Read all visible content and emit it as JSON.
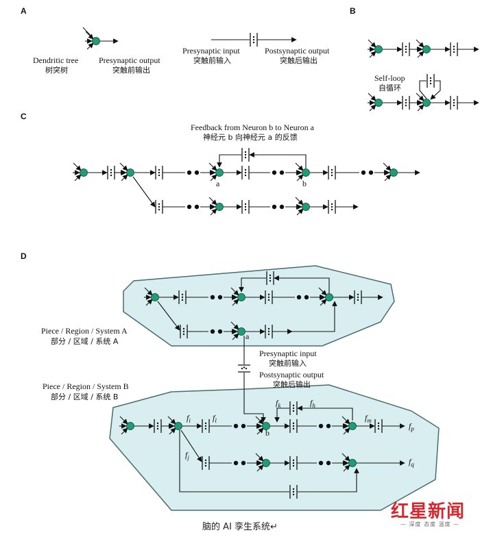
{
  "panels": {
    "a": "A",
    "b": "B",
    "c": "C",
    "d": "D"
  },
  "a": {
    "dendritic_en": "Dendritic tree",
    "dendritic_zh": "树突树",
    "pre_out_en": "Presynaptic output",
    "pre_out_zh": "突触前输出",
    "pre_in_en": "Presynaptic input",
    "pre_in_zh": "突触前输入",
    "post_out_en": "Postsynaptic output",
    "post_out_zh": "突触后输出"
  },
  "b": {
    "self_loop_en": "Self-loop",
    "self_loop_zh": "自循环"
  },
  "c": {
    "feedback_en": "Feedback from Neuron b to Neuron a",
    "feedback_zh": "神经元 b 向神经元 a 的反馈",
    "neuron_a": "a",
    "neuron_b": "b"
  },
  "d": {
    "system_a_en": "Piece / Region / System A",
    "system_a_zh": "部分 / 区域 / 系统 A",
    "system_b_en": "Piece / Region / System B",
    "system_b_zh": "部分 / 区域 / 系统 B",
    "pre_in_en": "Presynaptic input",
    "pre_in_zh": "突触前输入",
    "post_out_en": "Postsynaptic output",
    "post_out_zh": "突触后输出",
    "neuron_a": "a",
    "neuron_b": "b",
    "signals": {
      "fi": "f",
      "fi_sub": "i",
      "fl": "f",
      "fl_sub": "l",
      "fj": "f",
      "fj_sub": "j",
      "fk": "f",
      "fk_sub": "k",
      "fh": "f",
      "fh_sub": "h",
      "fm": "f",
      "fm_sub": "m",
      "fp": "f",
      "fp_sub": "p",
      "fq": "f",
      "fq_sub": "q"
    }
  },
  "caption": "脑的 AI 孪生系统↵",
  "watermark": {
    "main": "红星新闻",
    "sub": "— 深度 态度 温度 —"
  },
  "colors": {
    "node": "#1f9d78",
    "region_fill": "#d9eef0",
    "region_stroke": "#4a6b6b"
  }
}
